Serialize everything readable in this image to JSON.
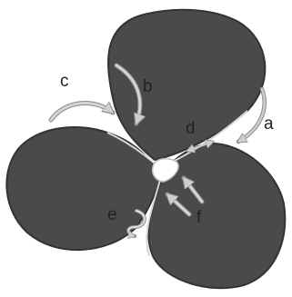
{
  "diagram": {
    "labels": {
      "a": "a",
      "b": "b",
      "c": "c",
      "d": "d",
      "e": "e",
      "f": "f"
    },
    "colors": {
      "lobe_fill": "#4a4a4a",
      "lobe_stroke": "#333333",
      "seam": "#d6d6d6",
      "pore_fill": "#ffffff",
      "arrow": "#cfcfcf",
      "arrow_outline": "#9a9a9a",
      "label": "#222222"
    }
  }
}
